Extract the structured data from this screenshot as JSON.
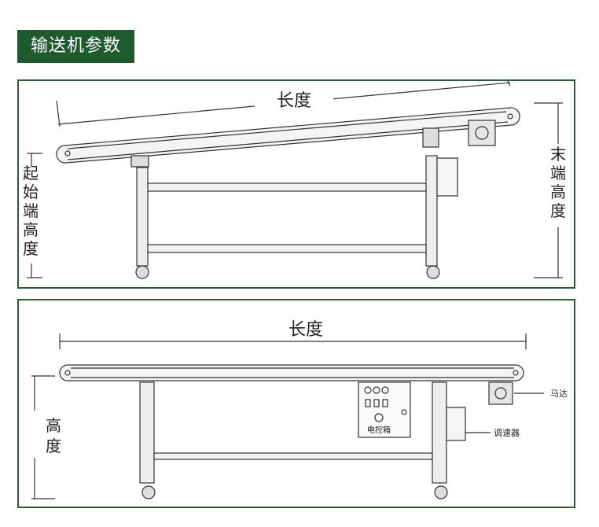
{
  "header": {
    "title": "输送机参数"
  },
  "diagram_inclined": {
    "length_label": "长度",
    "start_height_label": [
      "起",
      "始",
      "端",
      "高",
      "度"
    ],
    "end_height_label": [
      "末",
      "端",
      "高",
      "度"
    ]
  },
  "diagram_flat": {
    "length_label": "长度",
    "height_label": [
      "高",
      "度"
    ],
    "motor_label": "马达",
    "speed_controller_label": "调速器",
    "control_box_label": "电控箱"
  },
  "colors": {
    "title_bg": "#1f5a2e",
    "panel_border": "#2d5b38",
    "line": "#333333"
  }
}
